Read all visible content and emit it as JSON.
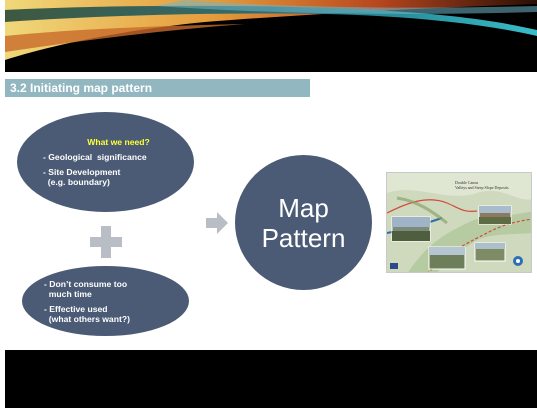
{
  "section_title": "3.2 Initiating map pattern",
  "top_ellipse": {
    "heading": "What we need?",
    "items": [
      "- Geological  significance",
      "- Site Development\n  (e.g. boundary)"
    ]
  },
  "bottom_ellipse": {
    "items": [
      "- Don’t consume too\n  much time",
      "- Effective used\n  (what others want?)"
    ]
  },
  "center_circle": {
    "line1": "Map",
    "line2": "Pattern"
  },
  "map_thumbnail": {
    "title": "Double Canon\nValleys and Steep Slope Deposits"
  },
  "colors": {
    "ellipse_fill": "#4b5b75",
    "heading_yellow": "#ffff33",
    "section_bar": "#93b7c1",
    "plus_arrow_gray": "#b9bec6"
  }
}
